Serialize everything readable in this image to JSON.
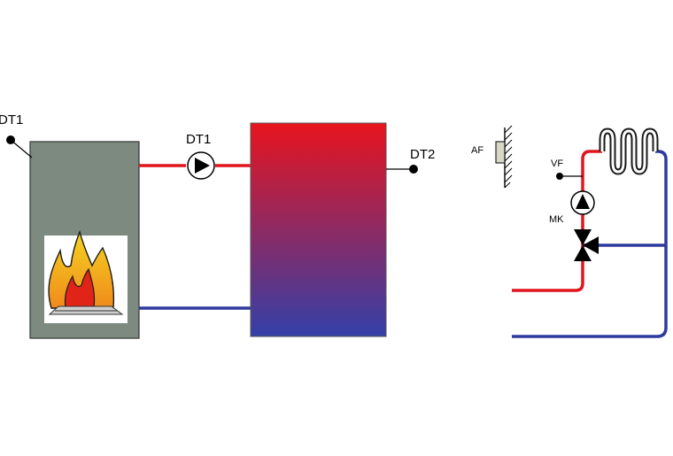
{
  "labels": {
    "boiler_sensor": "DT1",
    "pump_sensor": "DT1",
    "tank_sensor": "DT2",
    "outdoor_sensor": "AF",
    "flow_sensor": "VF",
    "mixing_circuit": "MK"
  },
  "colors": {
    "hot_pipe": "#e0161e",
    "cold_pipe": "#2f3a9e",
    "boiler_body": "#7d8a80",
    "tank_top": "#e8141e",
    "tank_bottom": "#3340a8"
  },
  "icons": {
    "burner": "flame-icon",
    "pump": "pump-icon",
    "valve": "three-way-valve-icon",
    "radiator": "heating-coil-icon"
  }
}
